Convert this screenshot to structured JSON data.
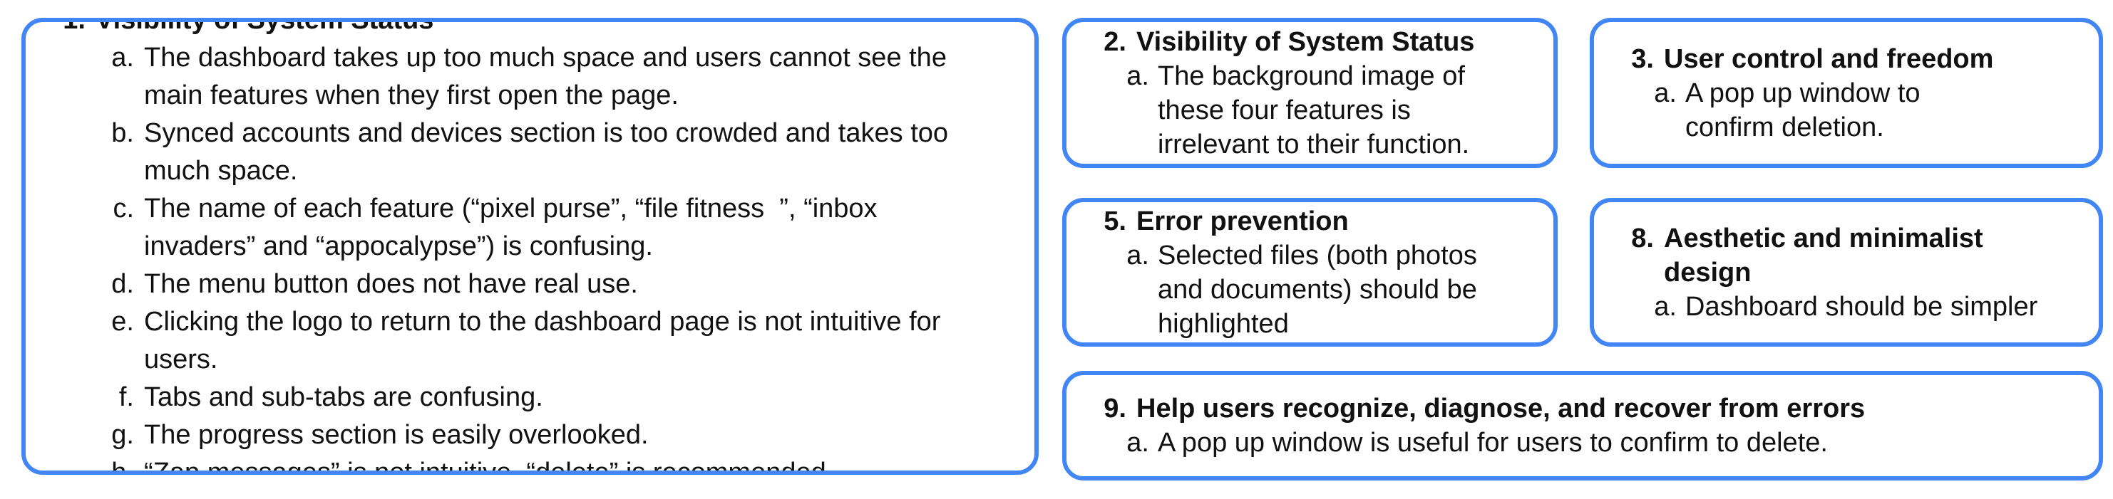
{
  "accent_color": "#4285f4",
  "boxes": {
    "b1": {
      "number": "1.",
      "title": "Visibility of System Status",
      "items": [
        {
          "marker": "a.",
          "text": "The dashboard takes up too much space and users cannot see the\nmain features when they first open the page."
        },
        {
          "marker": "b.",
          "text": "Synced accounts and devices section is too crowded and takes too\nmuch space."
        },
        {
          "marker": "c.",
          "text": "The name of each feature (“pixel purse”, “file fitness  ”, “inbox\ninvaders” and “appocalypse”) is confusing."
        },
        {
          "marker": "d.",
          "text": "The menu button does not have real use."
        },
        {
          "marker": "e.",
          "text": "Clicking the logo to return to the dashboard page is not intuitive for\nusers."
        },
        {
          "marker": "f.",
          "text": "Tabs and sub-tabs are confusing."
        },
        {
          "marker": "g.",
          "text": "The progress section is easily overlooked."
        },
        {
          "marker": "h.",
          "text": "“Zap messages” is not intuitive, “delete” is recommended."
        }
      ]
    },
    "b2": {
      "number": "2.",
      "title": "Visibility of System Status",
      "items": [
        {
          "marker": "a.",
          "text": "The background image of\nthese four features is\nirrelevant to their function."
        }
      ]
    },
    "b3": {
      "number": "3.",
      "title": "User control and freedom",
      "items": [
        {
          "marker": "a.",
          "text": "A pop up window to\nconfirm deletion."
        }
      ]
    },
    "b5": {
      "number": "5.",
      "title": "Error prevention",
      "items": [
        {
          "marker": "a.",
          "text": "Selected files (both photos\nand documents) should be\nhighlighted"
        }
      ]
    },
    "b8": {
      "number": "8.",
      "title": "Aesthetic and minimalist\ndesign",
      "items": [
        {
          "marker": "a.",
          "text": "Dashboard should be simpler"
        }
      ]
    },
    "b9": {
      "number": "9.",
      "title": "Help users recognize, diagnose, and recover from errors",
      "items": [
        {
          "marker": "a.",
          "text": "A pop up window is useful for users to confirm to delete."
        }
      ]
    }
  }
}
